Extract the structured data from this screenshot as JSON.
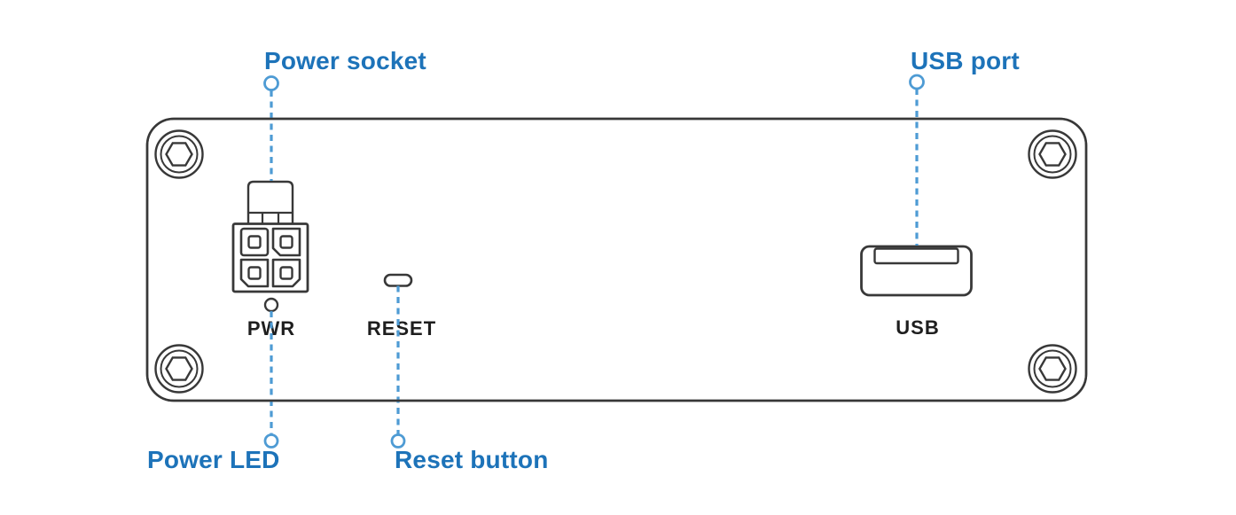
{
  "callouts": {
    "power_socket": "Power socket",
    "usb_port": "USB port",
    "power_led": "Power LED",
    "reset_button": "Reset button"
  },
  "panel_markings": {
    "pwr": "PWR",
    "reset": "RESET",
    "usb": "USB"
  },
  "colors": {
    "callout_text_blue": "#1d73b9",
    "callout_line_blue": "#4e9bd4",
    "drawing_line_dark": "#383838",
    "marking_text_dark": "#1e1e1e",
    "background": "#ffffff"
  }
}
